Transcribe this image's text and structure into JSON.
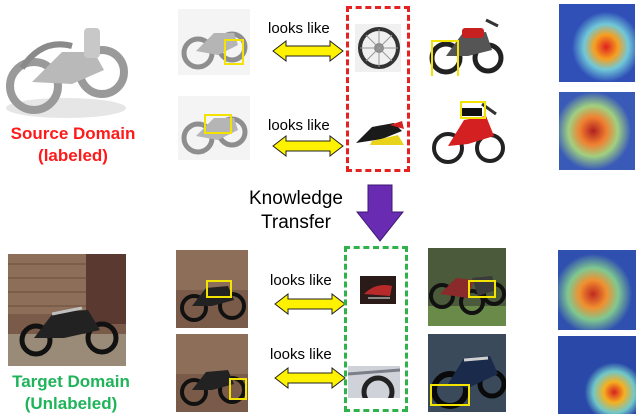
{
  "source": {
    "title": "Source Domain",
    "subtitle": "(labeled)",
    "color": "#ff1a1a"
  },
  "target": {
    "title": "Target Domain",
    "subtitle": "(Unlabeled)",
    "color": "#1fb35a"
  },
  "relation": {
    "label": "looks like"
  },
  "transfer": {
    "line1": "Knowledge",
    "line2": "Transfer",
    "arrow_color": "#6a2bb3"
  },
  "colors": {
    "box_source": "#e52222",
    "box_target": "#2db34a",
    "highlight_box": "#f2e300",
    "double_arrow": "#fff200"
  },
  "icons": [
    "double-arrow-icon",
    "down-arrow-icon"
  ]
}
